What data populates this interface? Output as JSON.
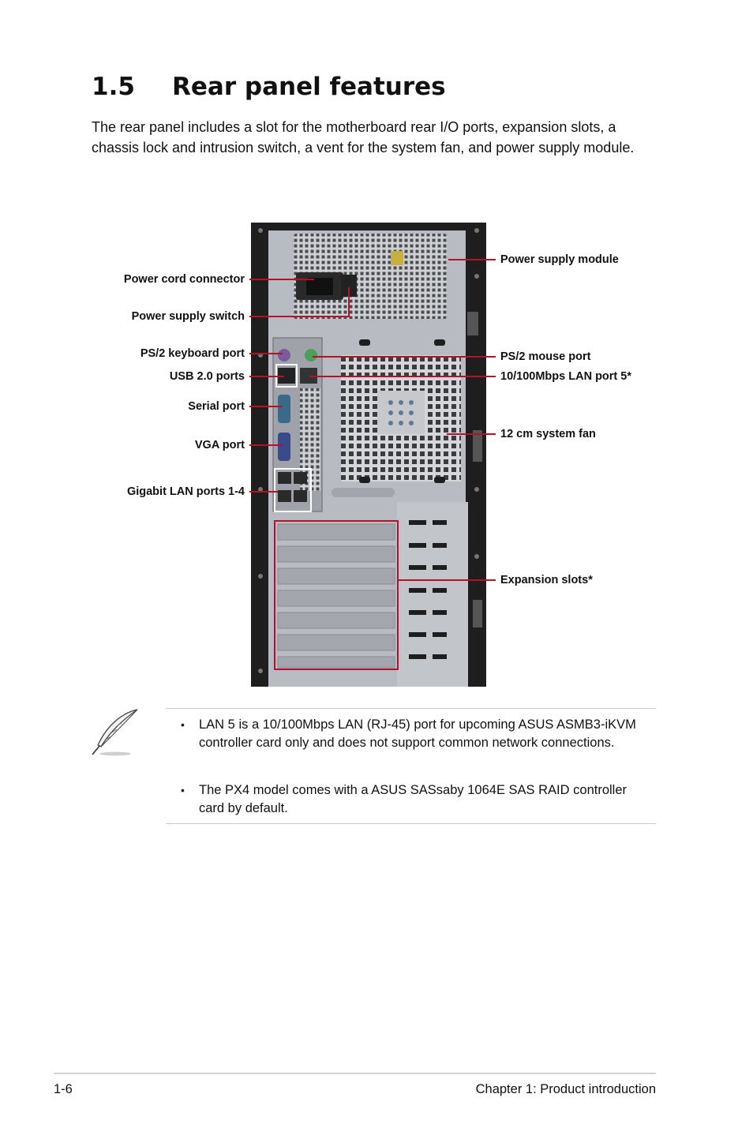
{
  "heading": {
    "number": "1.5",
    "title": "Rear panel features"
  },
  "intro": "The rear panel includes a slot for the motherboard rear I/O ports, expansion slots, a chassis lock and intrusion switch, a vent for the system fan, and power supply module.",
  "callouts": {
    "left": [
      "Power cord connector",
      "Power supply switch",
      "PS/2 keyboard port",
      "USB 2.0 ports",
      "Serial port",
      "VGA port",
      "Gigabit LAN ports 1-4"
    ],
    "right": [
      "Power supply module",
      "PS/2 mouse port",
      "10/100Mbps LAN port 5*",
      "12 cm system fan",
      "Expansion slots*"
    ]
  },
  "colors": {
    "callout_line": "#b3122a",
    "chassis_frame": "#1e1e1e",
    "chassis_panel": "#b8bcc2"
  },
  "note": {
    "icon": "feather-pen-icon",
    "items": [
      "LAN 5 is a 10/100Mbps LAN (RJ-45) port for upcoming ASUS ASMB3-iKVM controller card only and does not support common network connections.",
      "The PX4 model comes with a ASUS SASsaby 1064E SAS RAID controller card by default."
    ]
  },
  "footer": {
    "page": "1-6",
    "chapter": "Chapter 1:  Product introduction"
  }
}
